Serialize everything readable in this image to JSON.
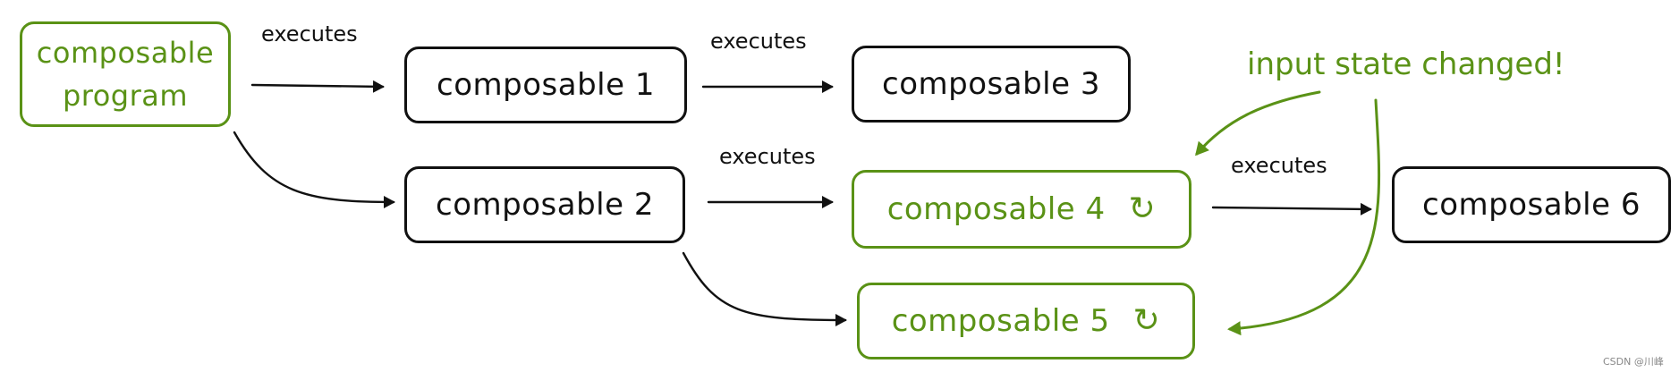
{
  "colors": {
    "ink": "#111111",
    "accent": "#5a9216"
  },
  "nodes": {
    "program": {
      "line1": "composable",
      "line2": "program"
    },
    "c1": {
      "label": "composable 1"
    },
    "c2": {
      "label": "composable 2"
    },
    "c3": {
      "label": "composable 3"
    },
    "c4": {
      "label": "composable 4",
      "icon": "refresh-icon"
    },
    "c5": {
      "label": "composable 5",
      "icon": "refresh-icon"
    },
    "c6": {
      "label": "composable 6"
    }
  },
  "edge_labels": {
    "prog_to_c1": "executes",
    "c1_to_c3": "executes",
    "c2_to_c4": "executes",
    "c4_to_c6": "executes"
  },
  "note": "input state changed!",
  "watermark": "CSDN @川峰"
}
